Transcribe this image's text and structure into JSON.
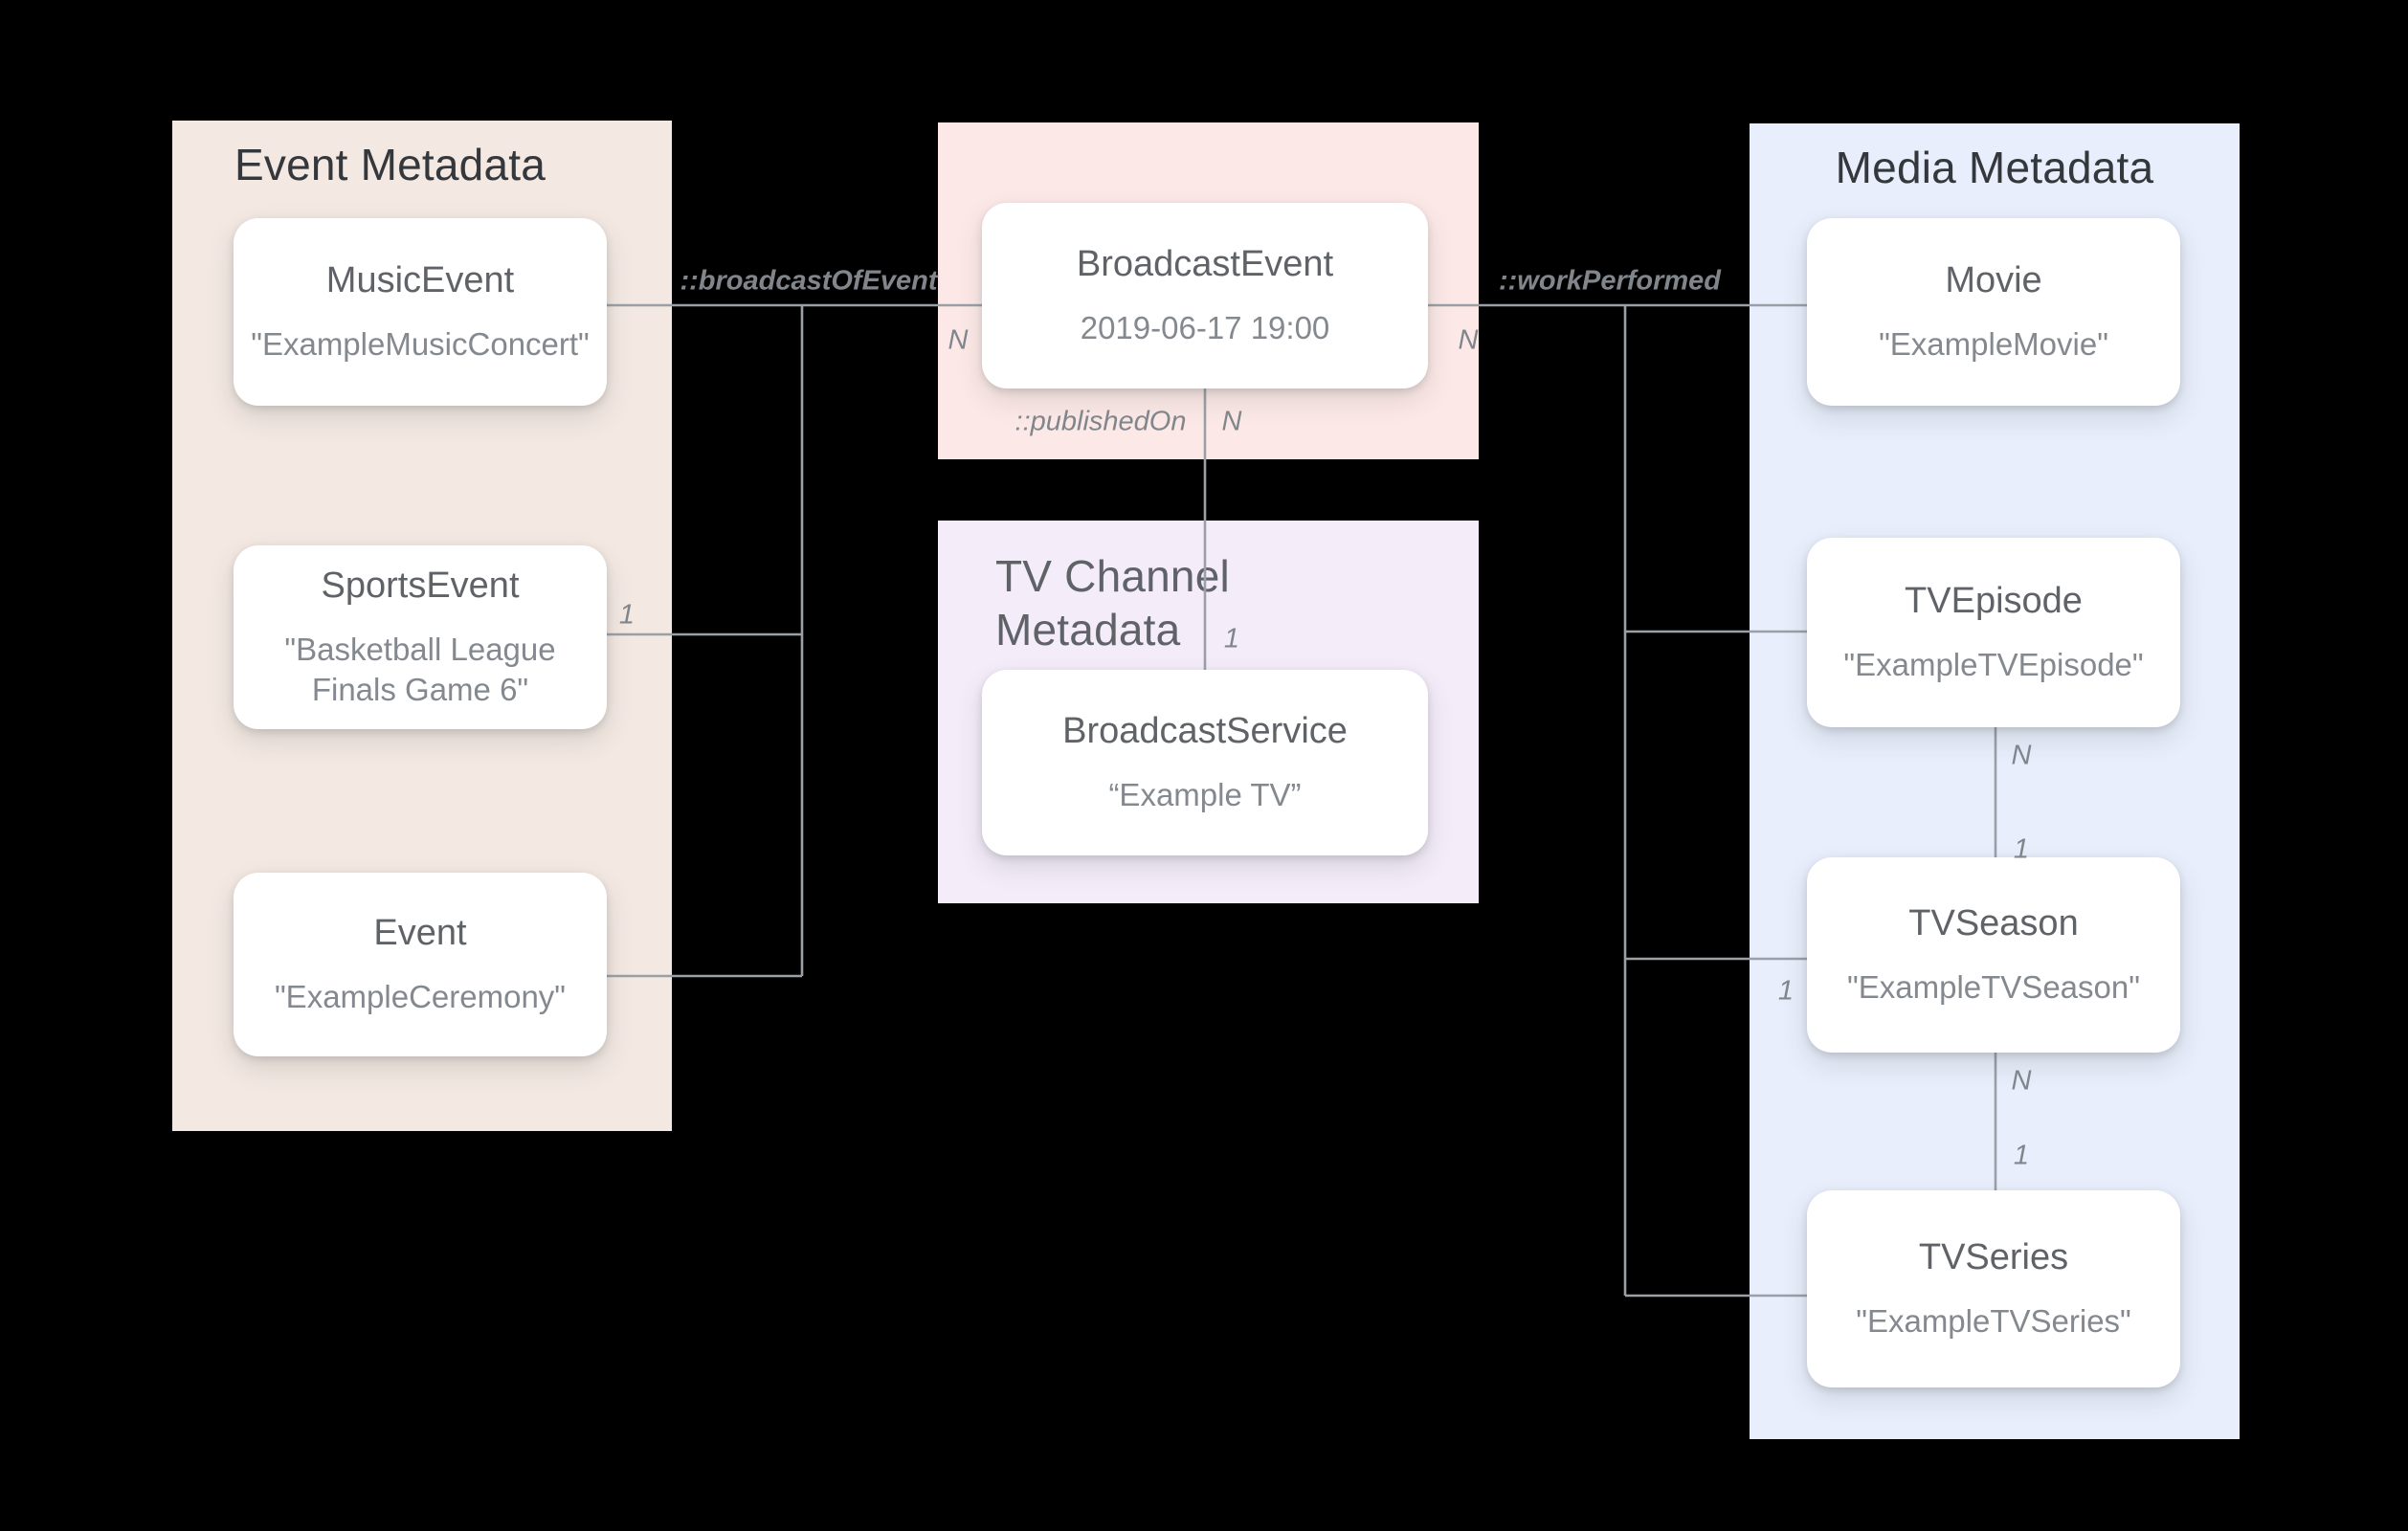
{
  "colors": {
    "bg": "#000000",
    "panel_event_bg": "#F3E8E2",
    "panel_broadcast_bg": "#FCE9E7",
    "panel_tvchannel_bg": "#F4ECF9",
    "panel_media_bg": "#E8EEFB",
    "card_bg": "#FFFFFF",
    "line": "#9AA0A6",
    "panel_title": "#34383D",
    "panel_title_soft": "#5F6368",
    "card_title": "#5F6368",
    "card_value": "#84898F",
    "label": "#80868B"
  },
  "panels": {
    "event": {
      "title": "Event Metadata"
    },
    "broadcast": {
      "title": ""
    },
    "tv_channel": {
      "title": "TV Channel\nMetadata"
    },
    "media": {
      "title": "Media Metadata"
    }
  },
  "nodes": {
    "music_event": {
      "title": "MusicEvent",
      "value": "\"ExampleMusicConcert\""
    },
    "sports_event": {
      "title": "SportsEvent",
      "value": "\"Basketball League Finals Game 6\""
    },
    "event": {
      "title": "Event",
      "value": "\"ExampleCeremony\""
    },
    "broadcast_event": {
      "title": "BroadcastEvent",
      "value": "2019-06-17 19:00"
    },
    "broadcast_service": {
      "title": "BroadcastService",
      "value": "“Example TV”"
    },
    "movie": {
      "title": "Movie",
      "value": "\"ExampleMovie\""
    },
    "tv_episode": {
      "title": "TVEpisode",
      "value": "\"ExampleTVEpisode\""
    },
    "tv_season": {
      "title": "TVSeason",
      "value": "\"ExampleTVSeason\""
    },
    "tv_series": {
      "title": "TVSeries",
      "value": "\"ExampleTVSeries\""
    }
  },
  "relations": {
    "broadcast_of_event": "::broadcastOfEvent",
    "published_on": "::publishedOn",
    "work_performed": "::workPerformed"
  },
  "cardinalities": {
    "broadcast_event_left_n": "N",
    "broadcast_event_right_n": "N",
    "published_on_n": "N",
    "published_on_1": "1",
    "sports_event_1": "1",
    "tv_season_branch_1": "1",
    "episode_season_n": "N",
    "episode_season_1": "1",
    "season_series_n": "N",
    "season_series_1": "1"
  }
}
